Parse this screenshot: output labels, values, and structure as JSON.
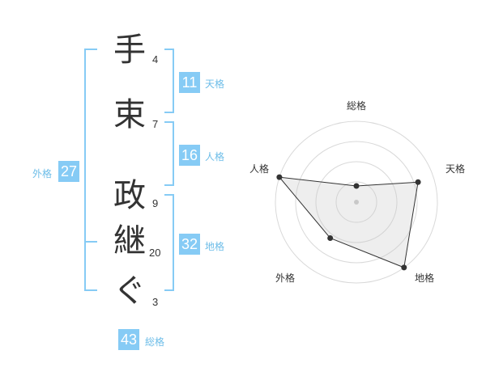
{
  "name": {
    "chars": [
      {
        "char": "手",
        "strokes": "4"
      },
      {
        "char": "束",
        "strokes": "7"
      },
      {
        "char": "政",
        "strokes": "9"
      },
      {
        "char": "継",
        "strokes": "20"
      },
      {
        "char": "ぐ",
        "strokes": "3"
      }
    ]
  },
  "kakusu": {
    "tenkaku": {
      "value": "11",
      "label": "天格"
    },
    "jinkaku": {
      "value": "16",
      "label": "人格"
    },
    "chikaku": {
      "value": "32",
      "label": "地格"
    },
    "gaikaku": {
      "value": "27",
      "label": "外格"
    },
    "soukaku": {
      "value": "43",
      "label": "総格"
    }
  },
  "colors": {
    "accent": "#86cbf5",
    "accent_text": "#6dbde8",
    "text": "#333333"
  },
  "chart_data": {
    "type": "radar",
    "axes": [
      "総格",
      "天格",
      "地格",
      "外格",
      "人格"
    ],
    "values": [
      0.2,
      0.8,
      1.0,
      0.55,
      1.0
    ],
    "max": 1.0,
    "rings": 4
  }
}
